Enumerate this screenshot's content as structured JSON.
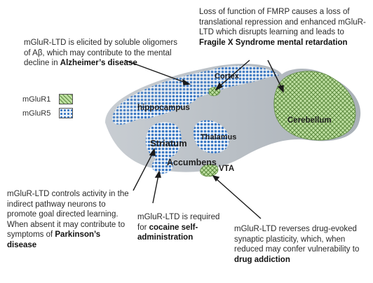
{
  "notes": {
    "fmrp": {
      "text": "Loss of function of FMRP causes a loss of translational repression and enhanced mGluR-LTD which disrupts learning and leads to ",
      "bold": "Fragile X Syndrome mental retardation"
    },
    "alzheimer": {
      "text": "mGluR-LTD is elicited by soluble oligomers of Aβ, which may contribute to the mental decline in ",
      "bold": "Alzheimer’s disease"
    },
    "parkinson": {
      "text": "mGluR-LTD controls activity in the indirect pathway neurons to promote goal directed learning. When absent it may contribute to symptoms of ",
      "bold": "Parkinson’s disease"
    },
    "cocaine": {
      "text": "mGluR-LTD is required for ",
      "bold": "cocaine self-administration"
    },
    "addiction": {
      "text": "mGluR-LTD reverses drug-evoked synaptic plasticity, which, when reduced may confer vulnerability to ",
      "bold": "drug addiction"
    }
  },
  "legend": {
    "mglur1": "mGluR1",
    "mglur5": "mGluR5"
  },
  "regions": {
    "cortex": "Cortex",
    "hippocampus": "hippocampus",
    "cerebellum": "Cerebellum",
    "thalamus": "Thalamus",
    "striatum": "Striatum",
    "accumbens": "Accumbens",
    "vta": "VTA"
  },
  "colors": {
    "mglur1": "#8fbf6a",
    "mglur5": "#3a78c4",
    "brain": "#bcc2c8"
  }
}
